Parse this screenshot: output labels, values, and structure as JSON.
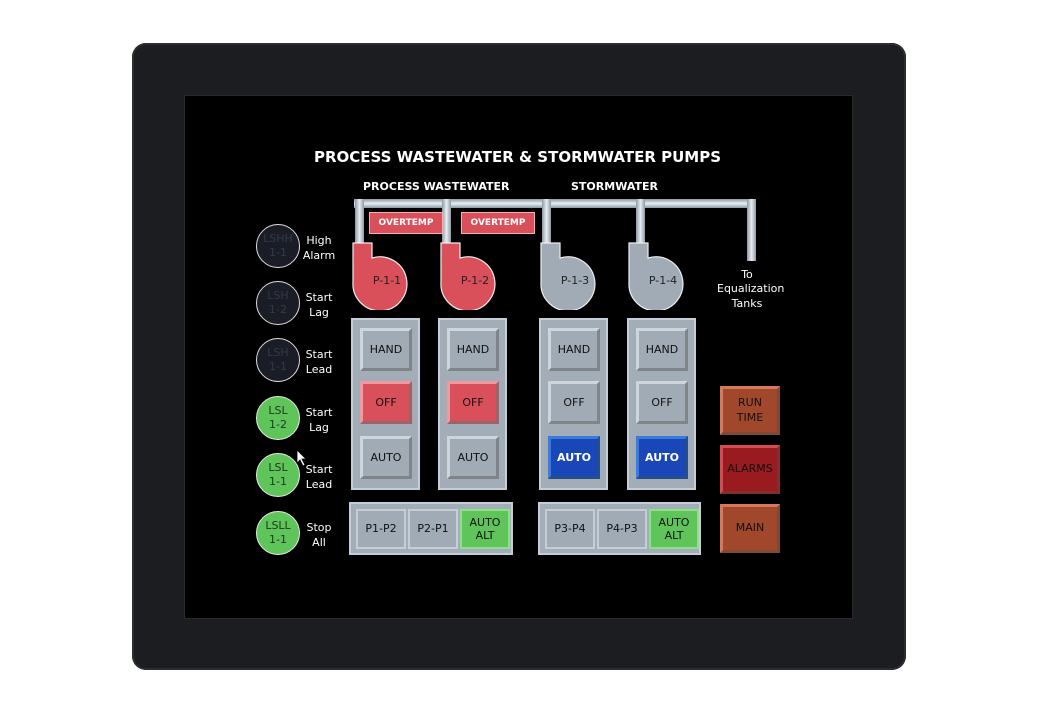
{
  "title": "PROCESS WASTEWATER & STORMWATER PUMPS",
  "sections": {
    "process": "PROCESS WASTEWATER",
    "storm": "STORMWATER"
  },
  "overtemp": "OVERTEMP",
  "destination": [
    "To",
    "Equalization",
    "Tanks"
  ],
  "pumps": [
    {
      "id": "P-1-1",
      "status": "overtemp",
      "hand": "HAND",
      "off": "OFF",
      "auto": "AUTO",
      "mode": "off"
    },
    {
      "id": "P-1-2",
      "status": "overtemp",
      "hand": "HAND",
      "off": "OFF",
      "auto": "AUTO",
      "mode": "off"
    },
    {
      "id": "P-1-3",
      "status": "normal",
      "hand": "HAND",
      "off": "OFF",
      "auto": "AUTO",
      "mode": "auto"
    },
    {
      "id": "P-1-4",
      "status": "normal",
      "hand": "HAND",
      "off": "OFF",
      "auto": "AUTO",
      "mode": "auto"
    }
  ],
  "alternation": [
    {
      "a": "P1-P2",
      "b": "P2-P1",
      "auto": [
        "AUTO",
        "ALT"
      ],
      "selected": "auto"
    },
    {
      "a": "P3-P4",
      "b": "P4-P3",
      "auto": [
        "AUTO",
        "ALT"
      ],
      "selected": "auto"
    }
  ],
  "levels": [
    {
      "tag": [
        "LSHH",
        "1-1"
      ],
      "label": [
        "High",
        "Alarm"
      ],
      "active": false
    },
    {
      "tag": [
        "LSH",
        "1-2"
      ],
      "label": [
        "Start",
        "Lag"
      ],
      "active": false
    },
    {
      "tag": [
        "LSH",
        "1-1"
      ],
      "label": [
        "Start",
        "Lead"
      ],
      "active": false
    },
    {
      "tag": [
        "LSL",
        "1-2"
      ],
      "label": [
        "Start",
        "Lag"
      ],
      "active": true
    },
    {
      "tag": [
        "LSL",
        "1-1"
      ],
      "label": [
        "Start",
        "Lead"
      ],
      "active": true
    },
    {
      "tag": [
        "LSLL",
        "1-1"
      ],
      "label": [
        "Stop",
        "All"
      ],
      "active": true
    }
  ],
  "nav": {
    "runtime": [
      "RUN",
      "TIME"
    ],
    "alarms": "ALARMS",
    "main": "MAIN"
  },
  "colors": {
    "alarm_red": "#d9505a",
    "auto_blue": "#1a47b8",
    "active_green": "#5fc45a",
    "nav_brown": "#a0472c"
  }
}
